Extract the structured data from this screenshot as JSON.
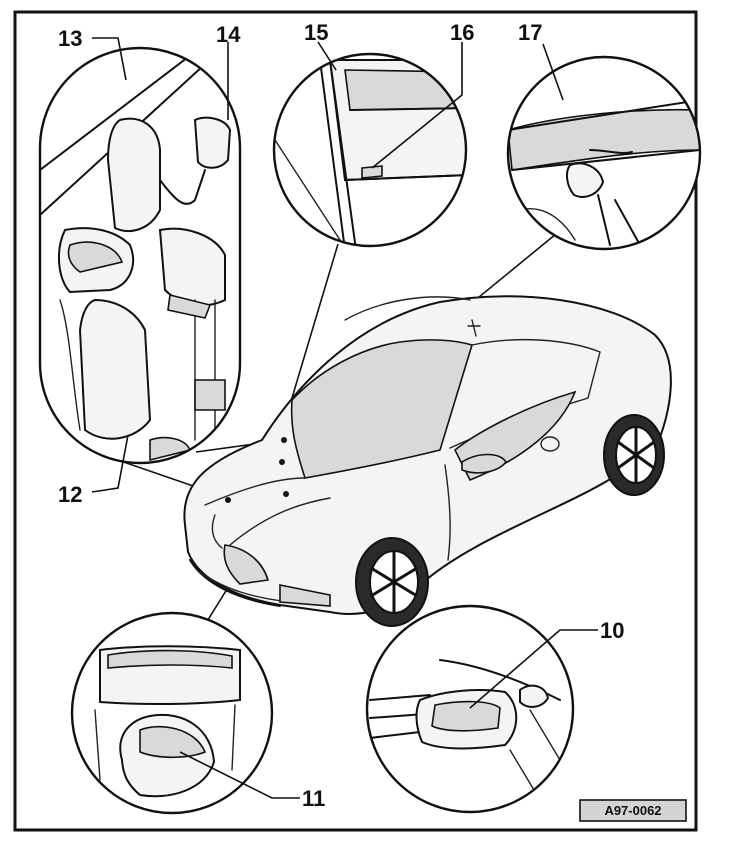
{
  "callouts": {
    "c10": "10",
    "c11": "11",
    "c12": "12",
    "c13": "13",
    "c14": "14",
    "c15": "15",
    "c16": "16",
    "c17": "17"
  },
  "figure_ref": "A97-0062"
}
